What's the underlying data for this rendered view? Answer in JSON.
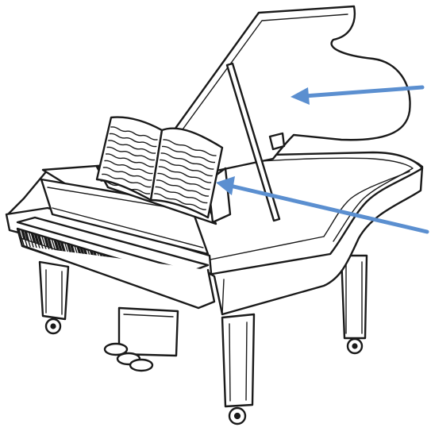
{
  "image": {
    "subject": "grand-piano-line-drawing",
    "background_color": "#ffffff",
    "ink_color": "#1a1a1a"
  },
  "annotations": {
    "arrow_color": "#5b8fd0",
    "arrows": [
      {
        "id": "lid-arrow",
        "points_to": "piano-lid"
      },
      {
        "id": "music-stand-arrow",
        "points_to": "music-stand"
      }
    ]
  }
}
